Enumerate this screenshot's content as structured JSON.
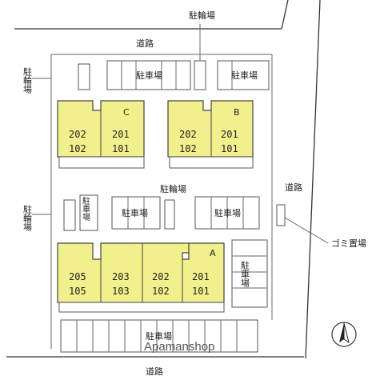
{
  "labels": {
    "bike_parking": "駐輪場",
    "parking": "駐車場",
    "road": "道路",
    "garbage": "ゴミ置場"
  },
  "buildings": {
    "C": {
      "label": "C",
      "top": [
        "202",
        "201"
      ],
      "bottom": [
        "102",
        "101"
      ]
    },
    "B": {
      "label": "B",
      "top": [
        "202",
        "201"
      ],
      "bottom": [
        "102",
        "101"
      ]
    },
    "A": {
      "label": "A",
      "top": [
        "205",
        "203",
        "202",
        "201"
      ],
      "bottom": [
        "105",
        "103",
        "102",
        "101"
      ]
    }
  },
  "watermark": "Apamanshop",
  "colors": {
    "building_fill": "#f2f08c",
    "line": "#444444"
  }
}
